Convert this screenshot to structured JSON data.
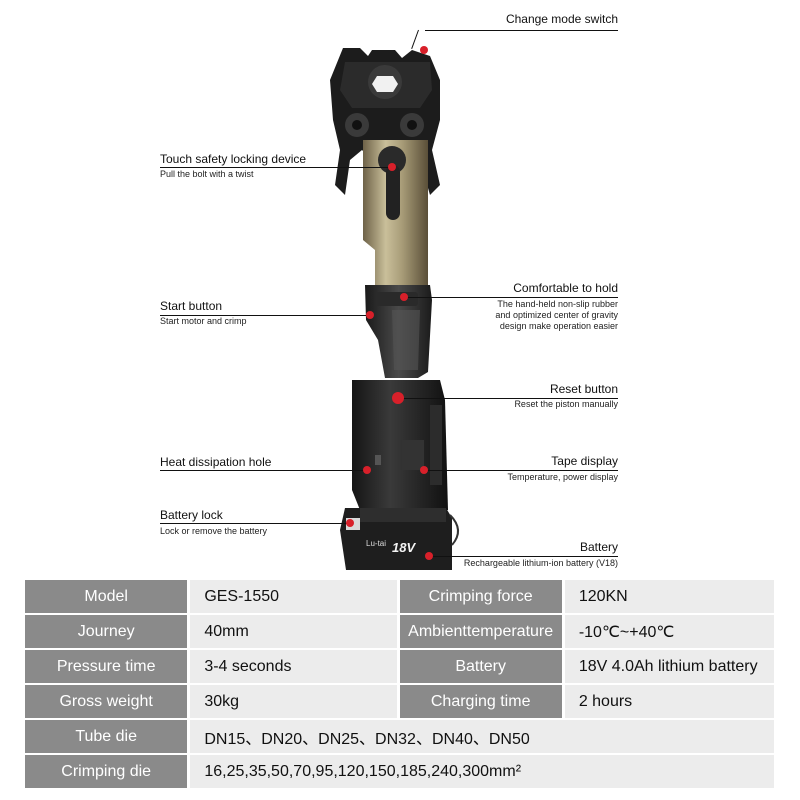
{
  "callouts": {
    "change_mode": {
      "title": "Change mode switch"
    },
    "safety_lock": {
      "title": "Touch safety locking device",
      "sub": "Pull the bolt with a twist"
    },
    "comfortable": {
      "title": "Comfortable to hold",
      "sub1": "The hand-held non-slip rubber",
      "sub2": "and optimized center of gravity",
      "sub3": "design make operation easier"
    },
    "start": {
      "title": "Start button",
      "sub": "Start motor and crimp"
    },
    "reset": {
      "title": "Reset button",
      "sub": "Reset the piston manually"
    },
    "heat": {
      "title": "Heat dissipation hole"
    },
    "tape": {
      "title": "Tape display",
      "sub": "Temperature, power display"
    },
    "battery_lock": {
      "title": "Battery lock",
      "sub": "Lock or remove the battery"
    },
    "battery": {
      "title": "Battery",
      "sub": "Rechargeable lithium-ion battery (V18)"
    }
  },
  "battery_pack": {
    "brand": "Lu-tai",
    "voltage": "18V"
  },
  "accent_color": "#d8202a",
  "specs": {
    "rows": [
      {
        "l1": "Model",
        "v1": "GES-1550",
        "l2": "Crimping force",
        "v2": "120KN"
      },
      {
        "l1": "Journey",
        "v1": "40mm",
        "l2": "Ambienttemperature",
        "v2": "-10℃~+40℃"
      },
      {
        "l1": "Pressure time",
        "v1": "3-4 seconds",
        "l2": "Battery",
        "v2": "18V 4.0Ah lithium battery"
      },
      {
        "l1": "Gross weight",
        "v1": "30kg",
        "l2": "Charging time",
        "v2": "2 hours"
      }
    ],
    "tube_die": {
      "label": "Tube die",
      "value": "DN15、DN20、DN25、DN32、DN40、DN50"
    },
    "crimping_die": {
      "label": "Crimping die",
      "value": "16,25,35,50,70,95,120,150,185,240,300mm²"
    }
  }
}
